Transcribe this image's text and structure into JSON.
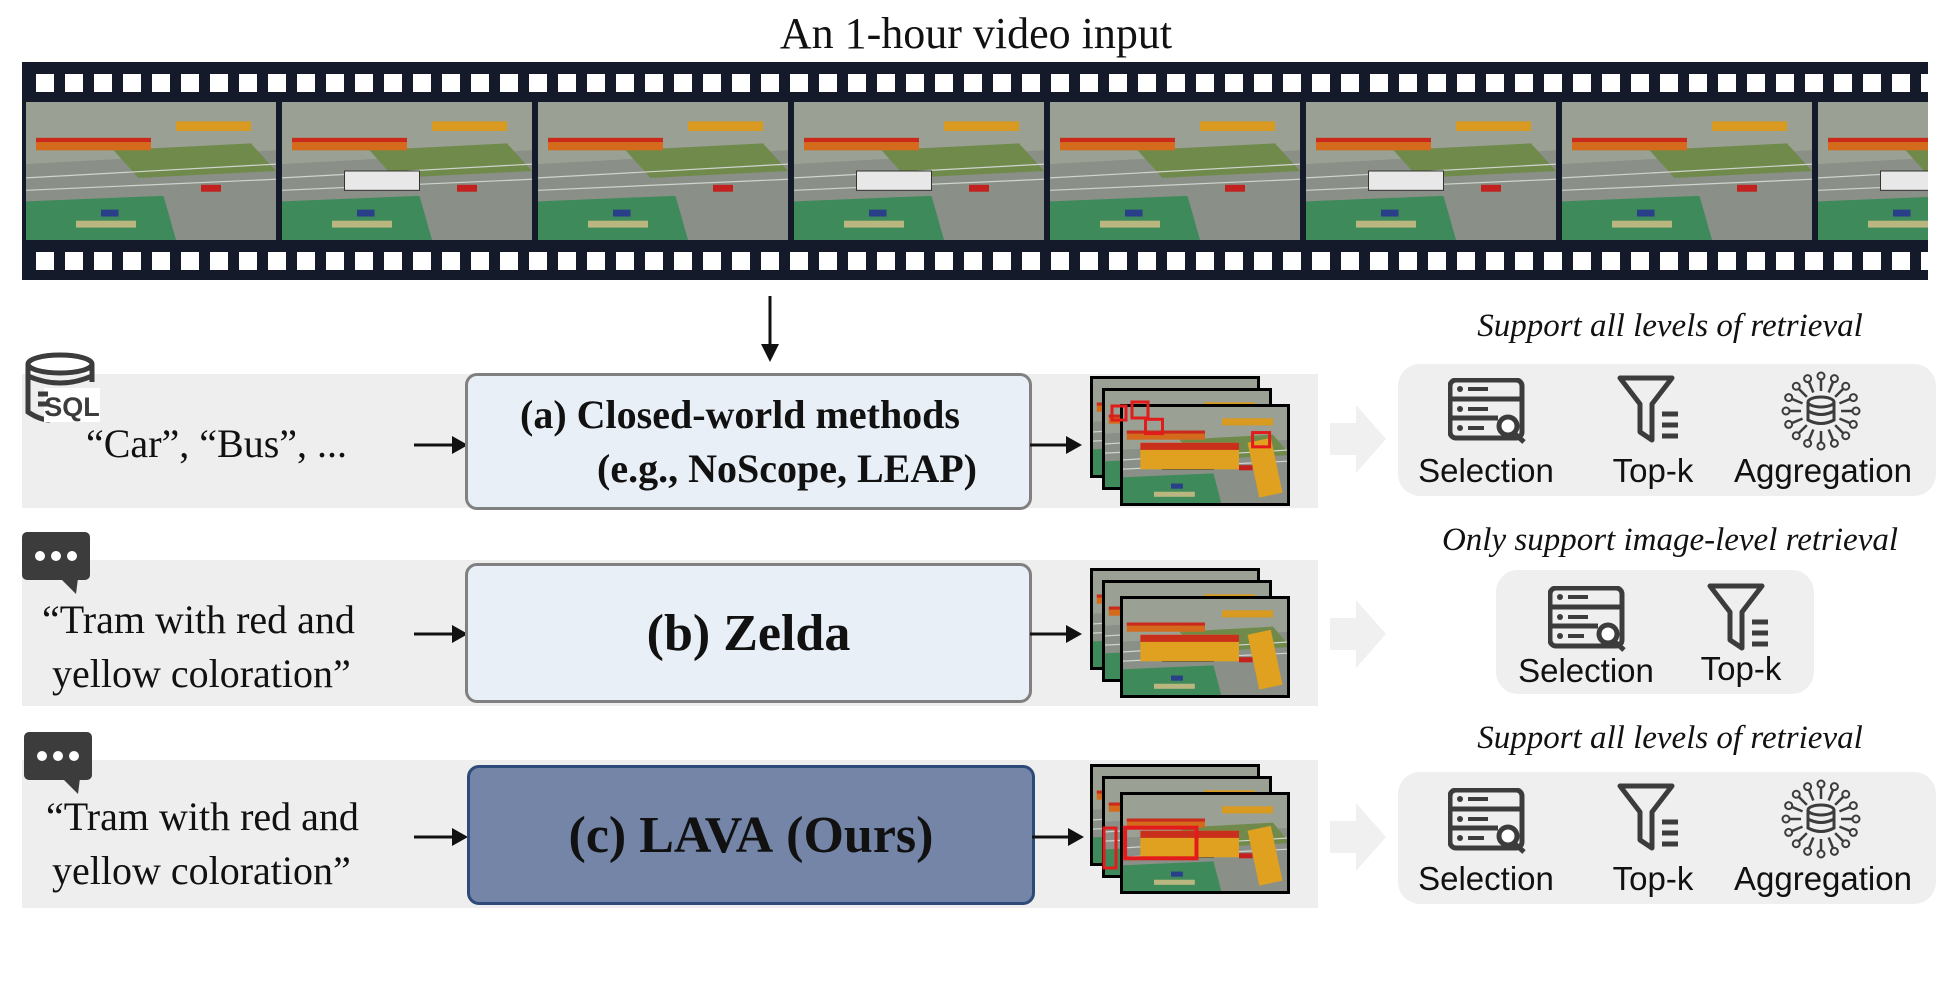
{
  "title": "An 1-hour video input",
  "rows": [
    {
      "query": "“Car”, “Bus”, ...",
      "icon": "sql-database-icon",
      "method_line1": "(a)  Closed-world methods",
      "method_line2": "(e.g., NoScope, LEAP)",
      "caption": "Support all levels of retrieval",
      "capabilities": [
        "Selection",
        "Top-k",
        "Aggregation"
      ]
    },
    {
      "query_line1": "“Tram with red and",
      "query_line2": "yellow coloration”",
      "icon": "chat-bubble-icon",
      "method": "(b) Zelda",
      "caption": "Only support image-level retrieval",
      "capabilities": [
        "Selection",
        "Top-k"
      ]
    },
    {
      "query_line1": "“Tram with red and",
      "query_line2": "yellow coloration”",
      "icon": "chat-bubble-icon",
      "method_prefix": "(c) ",
      "method_name": "LAVA",
      "method_suffix": " (Ours)",
      "caption": "Support all levels of retrieval",
      "capabilities": [
        "Selection",
        "Top-k",
        "Aggregation"
      ]
    }
  ],
  "colors": {
    "band": "#eeeeee",
    "box_default": "#e8eff6",
    "box_ours": "#7485a8",
    "box_border_ours": "#2e4a78",
    "highlight": "#e21b1b",
    "film": "#141a2a",
    "icon": "#3c3c3c"
  }
}
